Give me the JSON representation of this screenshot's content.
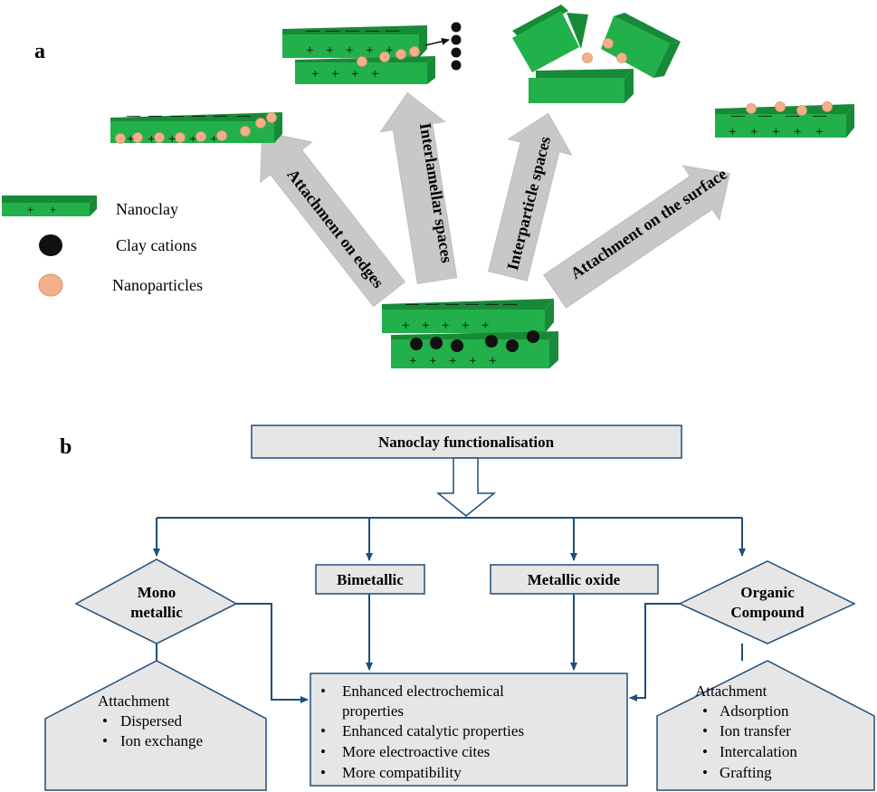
{
  "panel_a": {
    "label": "a",
    "legend": {
      "nanoclay": "Nanoclay",
      "clay_cations": "Clay cations",
      "nanoparticles": "Nanoparticles"
    },
    "arrows": {
      "edges": "Attachment on edges",
      "interlamellar": "Interlamellar spaces",
      "interparticle": "Interparticle spaces",
      "surface": "Attachment on the surface"
    },
    "symbols": {
      "plus": "+",
      "minus": "—"
    }
  },
  "panel_b": {
    "label": "b",
    "title": "Nanoclay functionalisation",
    "categories": {
      "mono_line1": "Mono",
      "mono_line2": "metallic",
      "bimetallic": "Bimetallic",
      "metallic_oxide": "Metallic oxide",
      "organic_line1": "Organic",
      "organic_line2": "Compound"
    },
    "left_box": {
      "heading": "Attachment",
      "items": [
        "Dispersed",
        "Ion exchange"
      ]
    },
    "center_box": {
      "items_line1": [
        "Enhanced electrochemical",
        "Enhanced catalytic properties",
        "More electroactive cites",
        "More compatibility"
      ],
      "item1_line2": "properties"
    },
    "right_box": {
      "heading": "Attachment",
      "items": [
        "Adsorption",
        "Ion transfer",
        "Intercalation",
        "Grafting"
      ]
    },
    "bullet": "•"
  },
  "colors": {
    "clay_green": "#22b04b",
    "clay_dark": "#178a38",
    "cation": "#111111",
    "nanoparticle": "#f4b08a",
    "arrow_gray": "#c8c8c8",
    "box_fill": "#e6e6e6",
    "flow_line": "#1f4e79"
  }
}
